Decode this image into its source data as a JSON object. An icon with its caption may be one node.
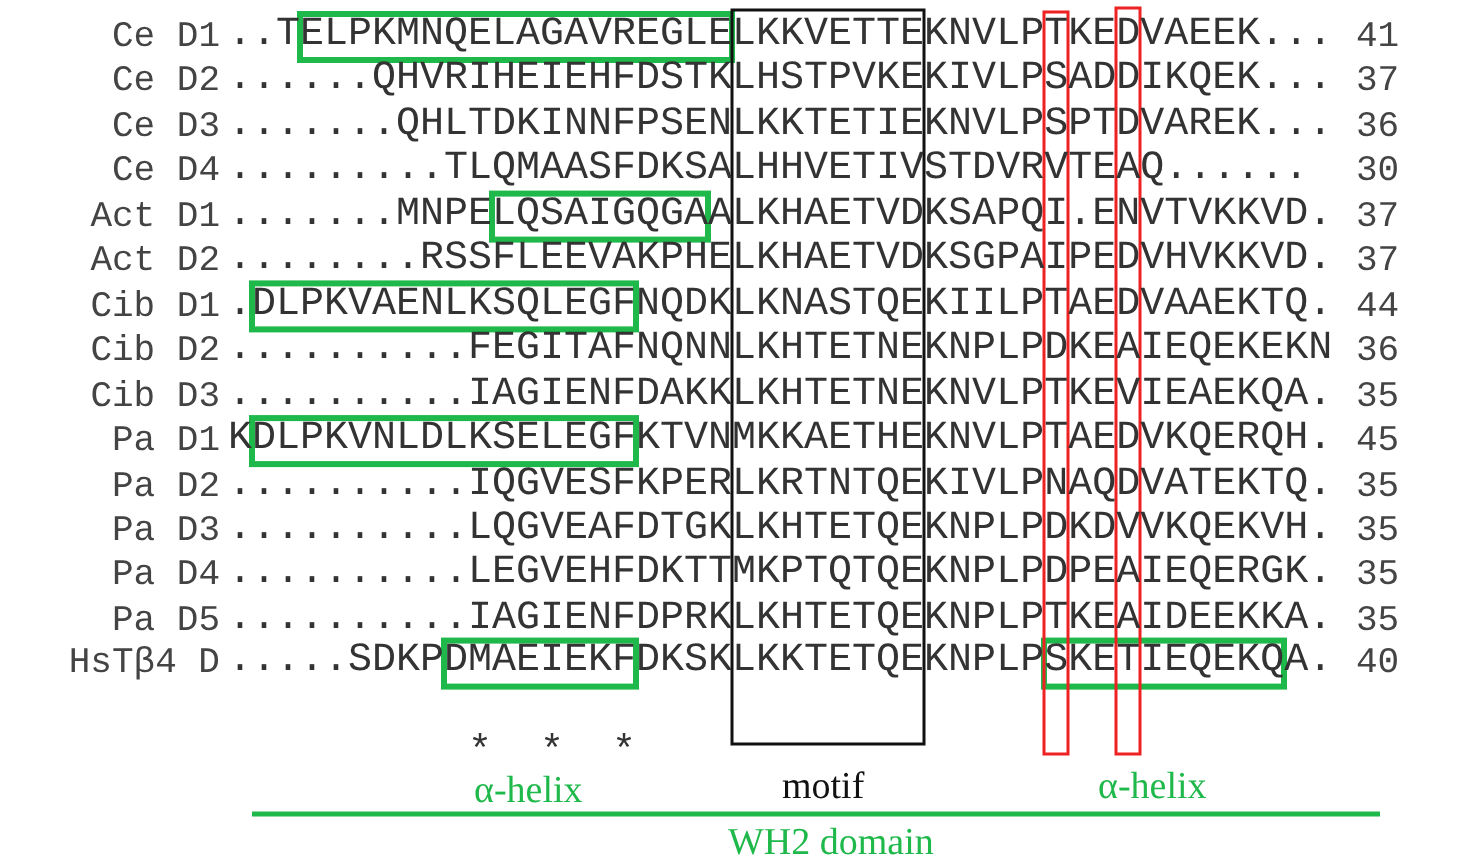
{
  "diagram": {
    "labels": [
      "Ce D1",
      "..TELPKMNQELAGAVREGLELKKVETTEKNVLPTKEDVAEEK...",
      "41",
      "Ce D2",
      "......QHVRIHEIEHFDSTKLHSTPVKEKIVLPSADDIKQEK...",
      "37",
      "Ce D3",
      ".......QHLTDKINNFPSENLKKTETIEKNVLPSPTDVAREK...",
      "36",
      "Ce D4",
      ".........TLQMAASFDKSALHHVETIVSTDVRVTEAQ......",
      "30",
      "Act D1",
      ".......MNPELQSAIGQGAALKHAETVDKSAPQI.ENVTVKKVD.",
      "37",
      "Act D2",
      "........RSSFLEEVAKPHELKHAETVDKSGPAIPEDVHVKKVD.",
      "37",
      "Cib D1",
      ".DLPKVAENLKSQLEGFNQDKLKNASTQEKIILPTAEDVAAEKTQ.",
      "44",
      "Cib D2",
      "..........FEGITAFNQNNLKHTETNEKNPLPDKEAIEQEKEKN",
      "36",
      "Cib D3",
      "..........IAGIENFDAKKLKHTETNEKNVLPTKEVIEAEKQA.",
      "35",
      "Pa D1",
      "KDLPKVNLDLKSELEGFKTVNMKKAETHEKNVLPTAEDVKQERQH.",
      "45",
      "Pa D2",
      "..........IQGVESFKPERLKRTNTQEKIVLPNAQDVATEKTQ.",
      "35",
      "Pa D3",
      "..........LQGVEAFDTGKLKHTETQEKNPLPDKDVVKQEKVH.",
      "35",
      "Pa D4",
      "..........LEGVEHFDKTTMKPTQTQEKNPLPDPEAIEQERGK.",
      "35",
      "Pa D5",
      "..........IAGIENFDPRKLKHTETQEKNPLPTKEAIDEEKKA.",
      "35",
      "HsTβ4 D",
      ".....SDKPDMAEIEKFDKSKLKKTETQEKNPLPSKETIEQEKQA.",
      "40",
      "*",
      "*",
      "*",
      "α-helix",
      "motif",
      "α-helix",
      "WH2 domain"
    ]
  }
}
